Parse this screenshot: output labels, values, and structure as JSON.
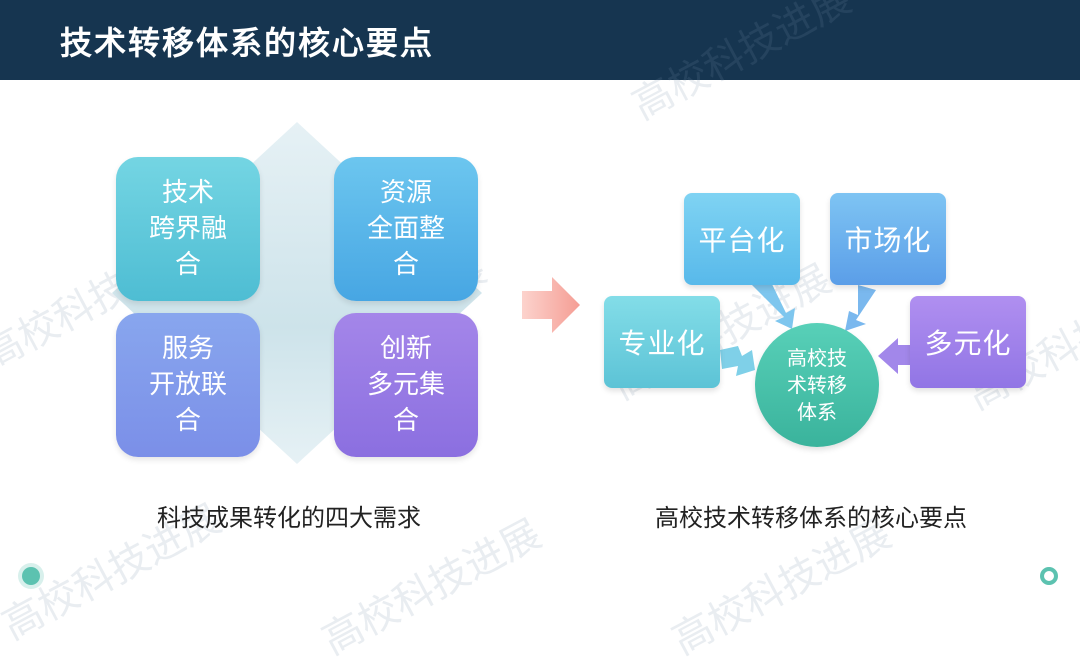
{
  "header": {
    "title": "技术转移体系的核心要点"
  },
  "watermark": {
    "text": "高校科技进展"
  },
  "left_diagram": {
    "quadrants": [
      {
        "label": "技术\n跨界融\n合"
      },
      {
        "label": "资源\n全面整\n合"
      },
      {
        "label": "服务\n开放联\n合"
      },
      {
        "label": "创新\n多元集\n合"
      }
    ],
    "caption": "科技成果转化的四大需求"
  },
  "right_diagram": {
    "center": "高校技\n术转移\n体系",
    "boxes": {
      "platform": "平台化",
      "market": "市场化",
      "professional": "专业化",
      "diversified": "多元化"
    },
    "caption": "高校技术转移体系的核心要点"
  },
  "colors": {
    "header_bg": "#163550",
    "accent": "#5cc2b0",
    "arrow_pink": "#f8a9a2",
    "arrow_blue": "#7ec6ee",
    "arrow_purple": "#a287ea"
  }
}
